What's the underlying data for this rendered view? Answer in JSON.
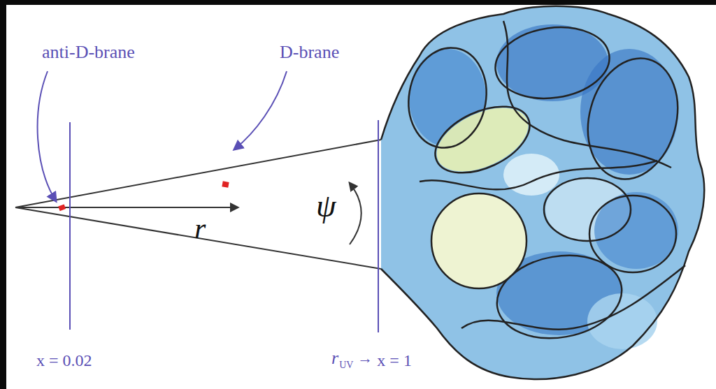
{
  "diagram": {
    "labels": [
      "anti-D-brane",
      "D-brane",
      "r",
      "ψ",
      "x = 0.02",
      "r",
      "UV",
      "→",
      "x = 1"
    ]
  }
}
